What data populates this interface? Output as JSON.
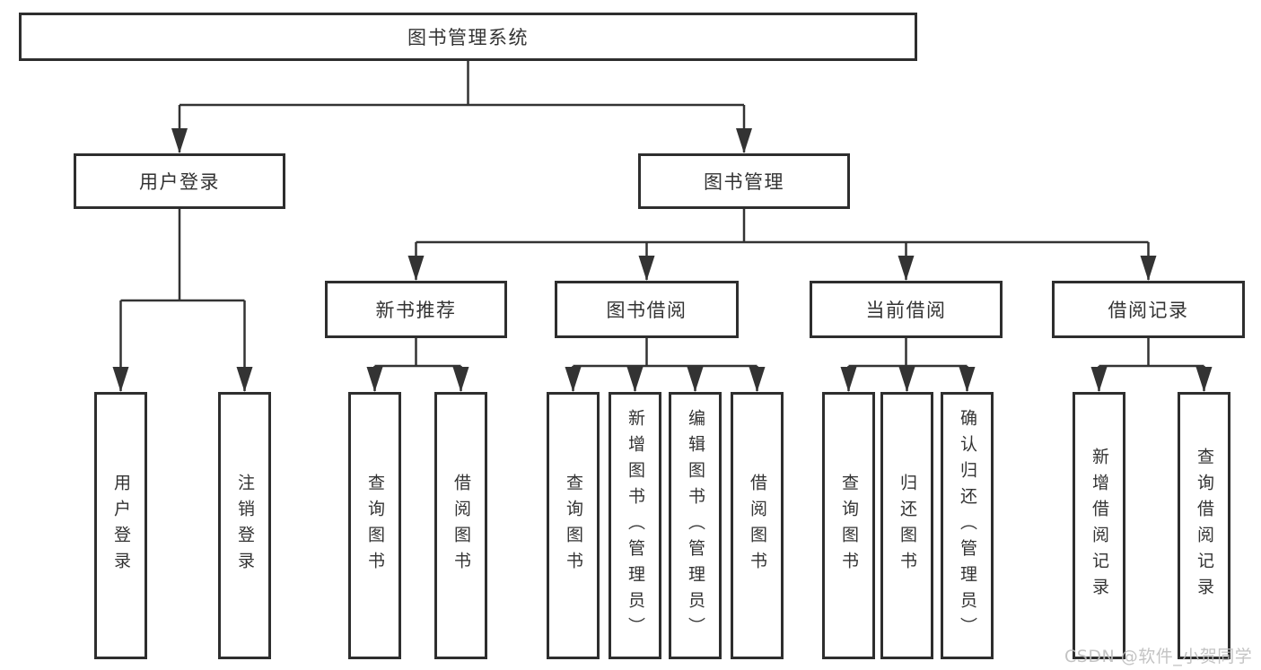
{
  "diagram": {
    "root": {
      "label": "图书管理系统"
    },
    "user_login": {
      "label": "用户登录",
      "children": [
        {
          "label": "用户登录"
        },
        {
          "label": "注销登录"
        }
      ]
    },
    "book_mgmt": {
      "label": "图书管理"
    },
    "sections": [
      {
        "label": "新书推荐",
        "children": [
          {
            "label": "查询图书"
          },
          {
            "label": "借阅图书"
          }
        ]
      },
      {
        "label": "图书借阅",
        "children": [
          {
            "label": "查询图书"
          },
          {
            "label": "新增图书（管理员）"
          },
          {
            "label": "编辑图书（管理员）"
          },
          {
            "label": "借阅图书"
          }
        ]
      },
      {
        "label": "当前借阅",
        "children": [
          {
            "label": "查询图书"
          },
          {
            "label": "归还图书"
          },
          {
            "label": "确认归还（管理员）"
          }
        ]
      },
      {
        "label": "借阅记录",
        "children": [
          {
            "label": "新增借阅记录"
          },
          {
            "label": "查询借阅记录"
          }
        ]
      }
    ]
  },
  "watermark": {
    "text": "CSDN @软件_小贺同学"
  },
  "colors": {
    "line": "#333333",
    "border": "#2e2e2e",
    "text": "#333333",
    "watermark": "#bdbdbd",
    "background": "#ffffff"
  }
}
